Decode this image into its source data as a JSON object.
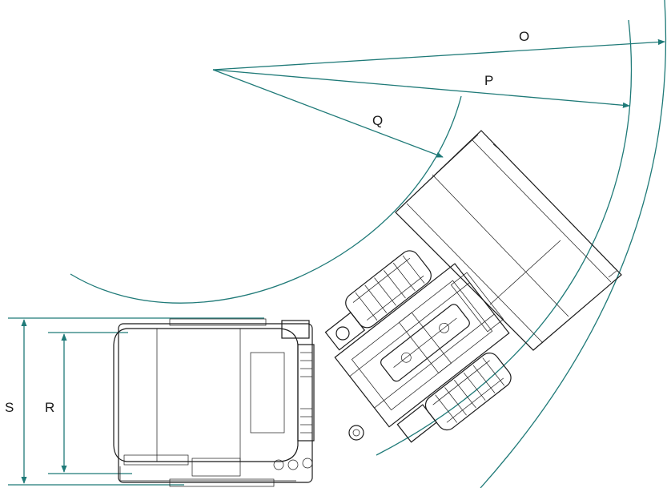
{
  "labels": {
    "outer_radius": "O",
    "middle_radius": "P",
    "inner_radius": "Q",
    "overall_width": "S",
    "track_width": "R"
  },
  "colors": {
    "dimension_lines": "#1f7a78",
    "machine_outline": "#1b1b1b",
    "background": "#ffffff"
  }
}
